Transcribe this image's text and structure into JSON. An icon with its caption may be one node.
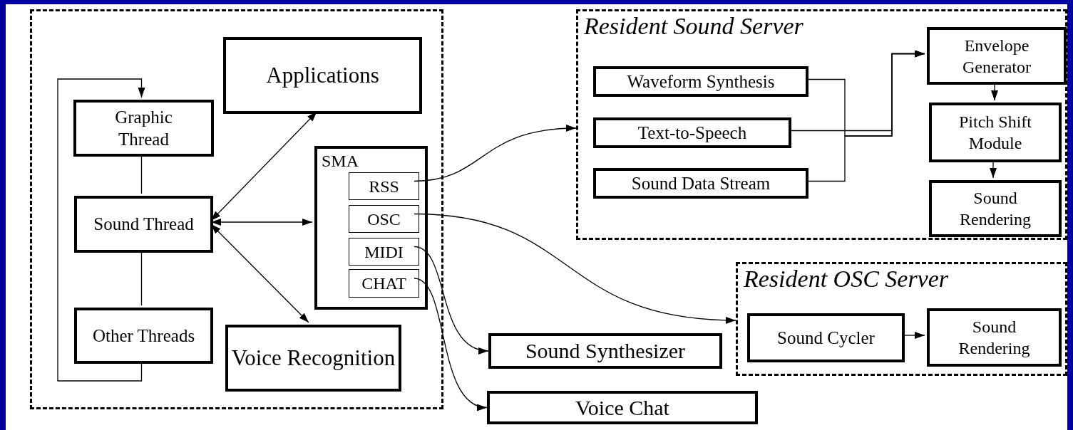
{
  "diagram": {
    "nodes": [
      {
        "text": [],
        "shape": "box"
      },
      {
        "text": [
          "Applications"
        ],
        "in": 0
      },
      {
        "text": [
          "Graphic Thread"
        ],
        "in": 0
      },
      {
        "text": [
          "SMA"
        ],
        "in": 0
      },
      {
        "text": [
          "RSS"
        ],
        "in": 3
      },
      {
        "text": [
          "Sound Thread"
        ],
        "in": 0
      },
      {
        "text": [
          "OSC"
        ],
        "in": 3
      },
      {
        "text": [
          "MIDI"
        ],
        "in": 3
      },
      {
        "text": [
          "CHAT"
        ],
        "in": 3
      },
      {
        "text": [
          "Other Threads"
        ],
        "in": 0
      },
      {
        "text": [
          "Voice Recognition"
        ],
        "in": 0
      },
      {
        "text": [
          "Resident Sound Server"
        ]
      },
      {
        "text": [
          "Envelope Generator"
        ],
        "in": 11
      },
      {
        "text": [
          "Waveform Synthesis"
        ],
        "in": 11
      },
      {
        "text": [
          "Text-to-Speech"
        ],
        "in": 11
      },
      {
        "text": [
          "Pitch Shift Module"
        ],
        "in": 11
      },
      {
        "text": [
          "Sound Data Stream"
        ],
        "in": 11
      },
      {
        "text": [
          "Sound Rendering"
        ],
        "in": 11
      },
      {
        "text": [
          "Resident OSC Server"
        ]
      },
      {
        "text": [
          "Sound Cycler"
        ],
        "in": 18
      },
      {
        "text": [
          "Sound Rendering"
        ],
        "in": 18
      },
      {
        "text": [
          "Sound Synthesizer"
        ]
      },
      {
        "text": [
          "Voice Chat"
        ]
      }
    ],
    "edges": [
      {
        "from": 2,
        "to": 5,
        "arrow": "none"
      },
      {
        "from": 5,
        "to": 9,
        "arrow": "none"
      },
      {
        "from": 9,
        "to": 2,
        "arrow": "to"
      },
      {
        "from": 5,
        "to": 1,
        "arrow": "both"
      },
      {
        "from": 5,
        "to": 3,
        "arrow": "both"
      },
      {
        "from": 5,
        "to": 10,
        "arrow": "both"
      },
      {
        "from": 4,
        "to": 11,
        "arrow": "to"
      },
      {
        "from": 6,
        "to": 18,
        "arrow": "to"
      },
      {
        "from": 7,
        "to": 21,
        "arrow": "to"
      },
      {
        "from": 8,
        "to": 22,
        "arrow": "to"
      },
      {
        "from": 13,
        "to": 12,
        "arrow": "to"
      },
      {
        "from": 14,
        "to": 12,
        "arrow": "to"
      },
      {
        "from": 16,
        "to": 12,
        "arrow": "to"
      },
      {
        "from": 12,
        "to": 15,
        "arrow": "to"
      },
      {
        "from": 15,
        "to": 17,
        "arrow": "to"
      },
      {
        "from": 19,
        "to": 20,
        "arrow": "to"
      }
    ]
  }
}
